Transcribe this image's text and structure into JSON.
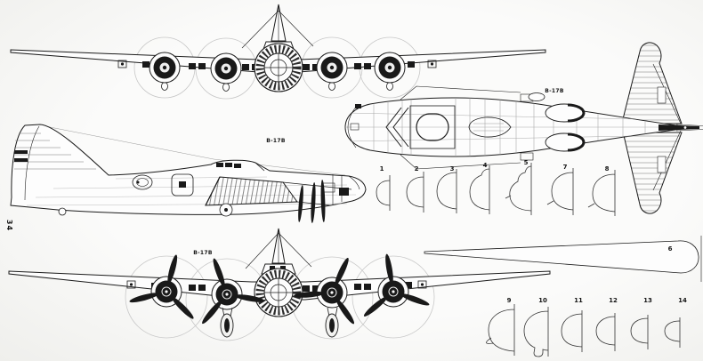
{
  "page": {
    "number": "34"
  },
  "drawing": {
    "labels": {
      "side_view": "B-17B",
      "plan_view": "B-17B",
      "front_view_bottom": "B-17B"
    },
    "sections": {
      "row1": [
        "1",
        "2",
        "3",
        "4",
        "5",
        "7",
        "8"
      ],
      "wing_profile_label": "6",
      "row2": [
        "9",
        "10",
        "11",
        "12",
        "13",
        "14"
      ]
    },
    "colors": {
      "paper": "#f6f6f4",
      "ink": "#1c1c1c",
      "faint": "#c7c7c7"
    }
  }
}
